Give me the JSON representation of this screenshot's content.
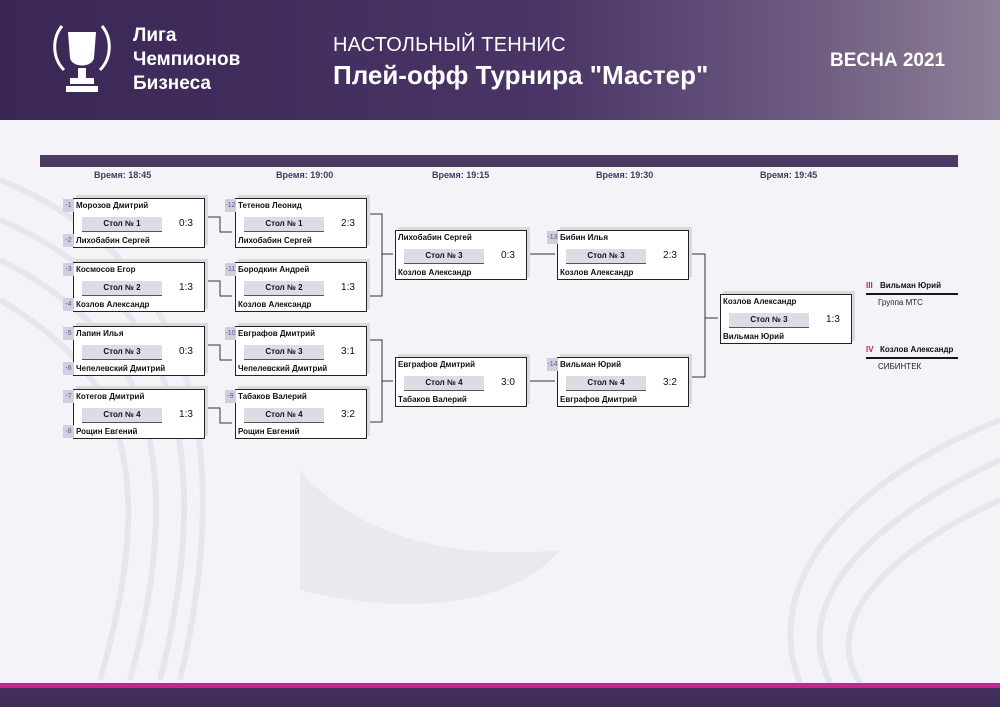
{
  "header": {
    "league_lines": [
      "Лига",
      "Чемпионов",
      "Бизнеса"
    ],
    "sport": "НАСТОЛЬНЫЙ ТЕННИС",
    "title": "Плей-офф Турнира \"Мастер\"",
    "season": "ВЕСНА 2021"
  },
  "times": [
    "Время: 18:45",
    "Время: 19:00",
    "Время: 19:15",
    "Время: 19:30",
    "Время: 19:45"
  ],
  "rounds": {
    "r1": [
      {
        "seed1": "-1",
        "seed2": "-2",
        "p1": "Морозов Дмитрий",
        "p2": "Лихобабин Сергей",
        "table": "Стол № 1",
        "score": "0:3"
      },
      {
        "seed1": "-3",
        "seed2": "-4",
        "p1": "Космосов Егор",
        "p2": "Козлов Александр",
        "table": "Стол № 2",
        "score": "1:3"
      },
      {
        "seed1": "-5",
        "seed2": "-6",
        "p1": "Лапин Илья",
        "p2": "Чепелевский Дмитрий",
        "table": "Стол № 3",
        "score": "0:3"
      },
      {
        "seed1": "-7",
        "seed2": "-8",
        "p1": "Котегов Дмитрий",
        "p2": "Рощин Евгений",
        "table": "Стол № 4",
        "score": "1:3"
      }
    ],
    "r2": [
      {
        "seed": "-12",
        "p1": "Тетенов Леонид",
        "p2": "Лихобабин Сергей",
        "table": "Стол № 1",
        "score": "2:3"
      },
      {
        "seed": "-11",
        "p1": "Бородкин Андрей",
        "p2": "Козлов Александр",
        "table": "Стол № 2",
        "score": "1:3"
      },
      {
        "seed": "-10",
        "p1": "Евграфов Дмитрий",
        "p2": "Чепелевский Дмитрий",
        "table": "Стол № 3",
        "score": "3:1"
      },
      {
        "seed": "-9",
        "p1": "Табаков Валерий",
        "p2": "Рощин Евгений",
        "table": "Стол № 4",
        "score": "3:2"
      }
    ],
    "r3": [
      {
        "p1": "Лихобабин Сергей",
        "p2": "Козлов Александр",
        "table": "Стол № 3",
        "score": "0:3"
      },
      {
        "p1": "Евграфов Дмитрий",
        "p2": "Табаков Валерий",
        "table": "Стол № 4",
        "score": "3:0"
      }
    ],
    "r4": [
      {
        "seed": "-13",
        "p1": "Бибин Илья",
        "p2": "Козлов Александр",
        "table": "Стол № 3",
        "score": "2:3"
      },
      {
        "seed": "-14",
        "p1": "Вильман Юрий",
        "p2": "Евграфов Дмитрий",
        "table": "Стол № 4",
        "score": "3:2"
      }
    ],
    "final": {
      "p1": "Козлов Александр",
      "p2": "Вильман Юрий",
      "table": "Стол № 3",
      "score": "1:3"
    }
  },
  "places": [
    {
      "rank": "III",
      "name": "Вильман Юрий",
      "team": "Группа МТС"
    },
    {
      "rank": "IV",
      "name": "Козлов Александр",
      "team": "СИБИНТЕК"
    }
  ],
  "colors": {
    "header": "#3a2755",
    "accent": "#c2268f",
    "rank": "#c8224a"
  }
}
